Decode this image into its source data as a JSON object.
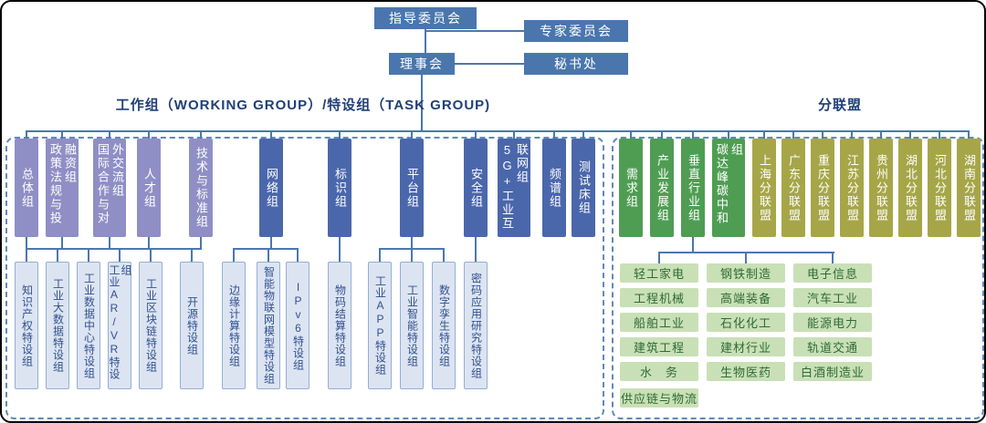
{
  "top_chart": {
    "steering_committee": "指导委员会",
    "expert_committee": "专家委员会",
    "council": "理事会",
    "secretariat": "秘书处"
  },
  "section_headers": {
    "working_group": "工作组（WORKING GROUP）/特设组（TASK GROUP)",
    "sub_alliances": "分联盟"
  },
  "working_groups": {
    "coordination_groups": [
      "总体组",
      "政策法规与投融资组",
      "国际合作与对外交流组",
      "人才组",
      "技术与标准组"
    ],
    "technical_groups": [
      "网络组",
      "标识组",
      "平台组",
      "安全组",
      "5G+工业互联网组",
      "频谱组",
      "测试床组"
    ],
    "task_groups": [
      "知识产权特设组",
      "工业大数据特设组",
      "工业数据中心特设组",
      "工业AR/VR特设组",
      "工业区块链特设组",
      "开源特设组",
      "边缘计算特设组",
      "智能物联网模型特设组",
      "IPv6特设组",
      "物码结算特设组",
      "工业APP特设组",
      "工业智能特设组",
      "数字孪生特设组",
      "密码应用研究特设组"
    ]
  },
  "alliances": {
    "groups": [
      "需求组",
      "产业发展组",
      "垂直行业组",
      "碳达峰碳中和组"
    ],
    "regional": [
      "上海分联盟",
      "广东分联盟",
      "重庆分联盟",
      "江苏分联盟",
      "贵州分联盟",
      "湖北分联盟",
      "河北分联盟",
      "湖南分联盟"
    ],
    "industries_col1": [
      "轻工家电",
      "工程机械",
      "船舶工业",
      "建筑工程",
      "水　务",
      "供应链与物流"
    ],
    "industries_col2": [
      "钢铁制造",
      "高端装备",
      "石化化工",
      "建材行业",
      "生物医药"
    ],
    "industries_col3": [
      "电子信息",
      "汽车工业",
      "能源电力",
      "轨道交通",
      "白酒制造业"
    ]
  },
  "colors": {
    "node_blue": "#4a76ad",
    "group_purple": "#8f8fc6",
    "group_blue": "#4b67ac",
    "group_green": "#4f9d53",
    "group_olive": "#a6a648",
    "task_box_bg": "#dce4f2",
    "industry_box_bg": "#c9e0b6",
    "connector_line": "#4a78ad",
    "header_text": "#1f3f77"
  }
}
